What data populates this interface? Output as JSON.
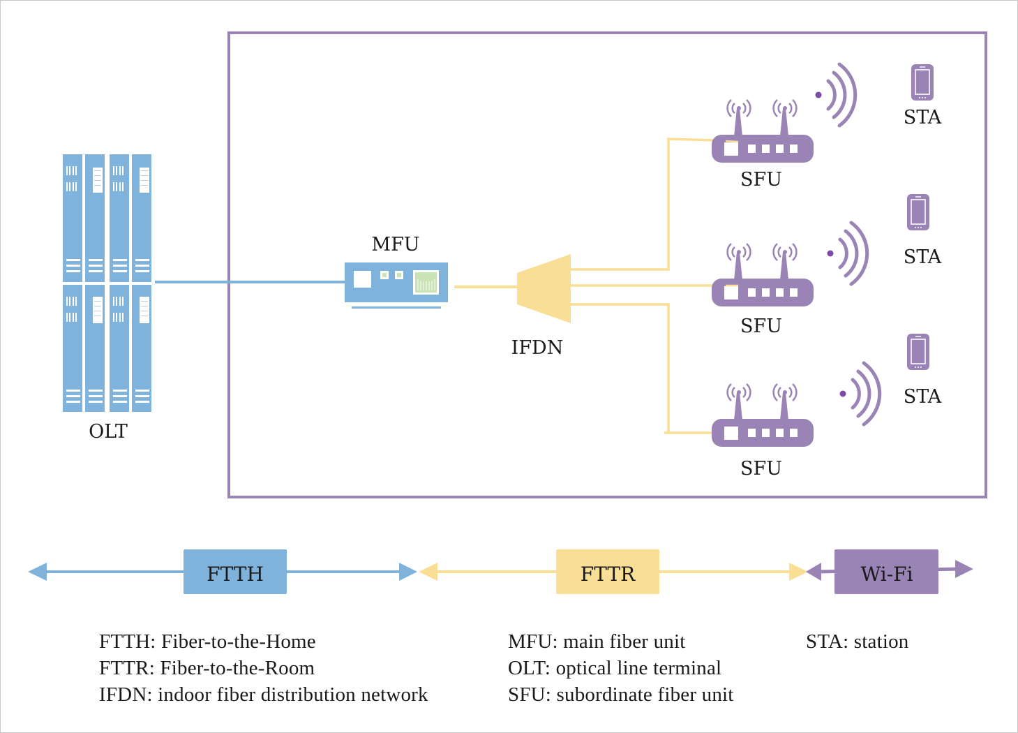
{
  "colors": {
    "ftth_blue": "#7fb3db",
    "fttr_yellow": "#f9df95",
    "wifi_purple": "#9a84b5",
    "frame_purple": "#9a84b5",
    "mfu_green": "#c9e3b4",
    "text": "#1a1a1a"
  },
  "nodes": {
    "olt": "OLT",
    "mfu": "MFU",
    "ifdn": "IFDN",
    "sfu": [
      "SFU",
      "SFU",
      "SFU"
    ],
    "sta": [
      "STA",
      "STA",
      "STA"
    ]
  },
  "segments": [
    {
      "label": "FTTH",
      "color": "ftth_blue"
    },
    {
      "label": "FTTR",
      "color": "fttr_yellow"
    },
    {
      "label": "Wi-Fi",
      "color": "wifi_purple"
    }
  ],
  "legend": {
    "col1": [
      "FTTH: Fiber-to-the-Home",
      "FTTR: Fiber-to-the-Room",
      "IFDN: indoor fiber distribution network"
    ],
    "col2": [
      "MFU: main fiber unit",
      "OLT: optical line terminal",
      "SFU: subordinate fiber unit"
    ],
    "col3": [
      "STA: station"
    ]
  }
}
